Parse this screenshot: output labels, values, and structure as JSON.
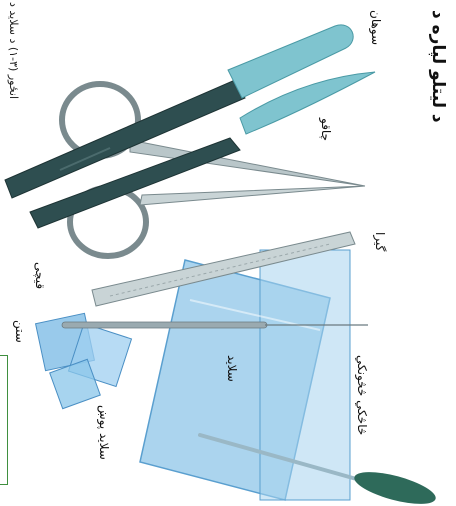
{
  "heading": "د لیتلو لپاره د",
  "caption": "انځور (۳-۱) د سلاید د",
  "labels": {
    "scalpel_handle": "سوهان",
    "knife": "چاقو",
    "forceps": "گیرا",
    "scissors": "قیچی",
    "needle": "ستن",
    "slide": "سلاید",
    "dropper": "څاڅکي څڅونکي",
    "coverslip": "سلاید پوښ"
  },
  "colors": {
    "metal": "#c9d4d6",
    "handle_dark": "#2e4e50",
    "teal_light": "#7fc4cf",
    "glass_blue": "#8fc6e8",
    "glass_edge": "#5a9fcf",
    "frame_green": "#3f8f3f"
  }
}
